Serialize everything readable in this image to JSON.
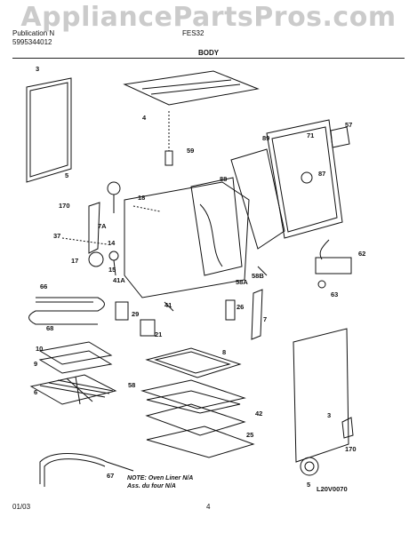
{
  "watermark": "AppliancePartsPros.com",
  "header": {
    "publication_label": "Publication N",
    "publication_number": "5995344012",
    "model": "FES32",
    "section": "BODY"
  },
  "callouts": [
    "3",
    "4",
    "59",
    "89",
    "71",
    "57",
    "87",
    "5",
    "170",
    "18",
    "88",
    "7A",
    "37",
    "14",
    "17",
    "15",
    "41A",
    "58A",
    "58B",
    "66",
    "41",
    "7",
    "29",
    "21",
    "68",
    "26",
    "8",
    "10",
    "9",
    "6",
    "58",
    "42",
    "25",
    "67",
    "62",
    "63",
    "3",
    "5",
    "170"
  ],
  "note": {
    "line1": "NOTE: Oven Liner N/A",
    "line2": "Ass. du four N/A"
  },
  "diagram_code": "L20V0070",
  "footer": {
    "date": "01/03",
    "page": "4"
  },
  "colors": {
    "ink": "#111111",
    "watermark": "#a0a0a0"
  }
}
